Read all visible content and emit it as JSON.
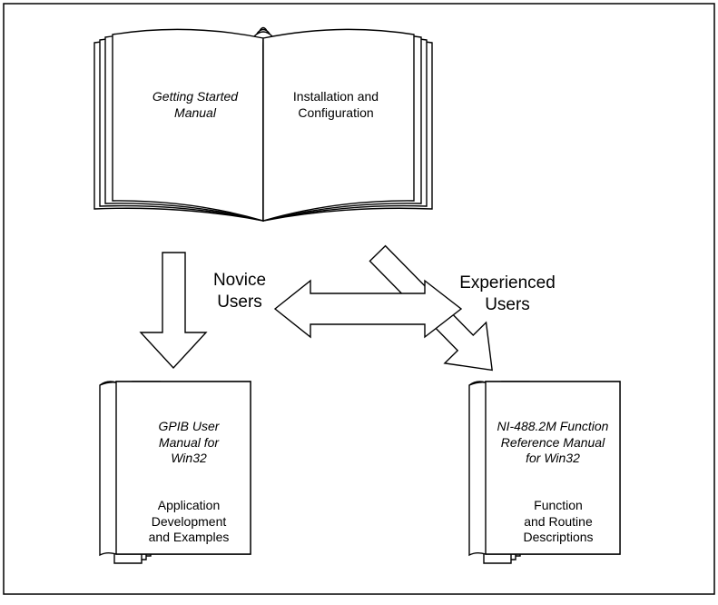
{
  "open_book": {
    "left_page": "Getting Started\nManual",
    "right_page": "Installation and\nConfiguration"
  },
  "paths": {
    "novice": "Novice\nUsers",
    "experienced": "Experienced\nUsers"
  },
  "user_manual": {
    "title": "GPIB User\nManual for\nWin32",
    "subtitle": "Application\nDevelopment\nand Examples"
  },
  "function_manual": {
    "title": "NI-488.2M Function\nReference Manual\nfor Win32",
    "subtitle": "Function\nand Routine\nDescriptions"
  },
  "colors": {
    "line": "#000000",
    "fill": "#ffffff"
  }
}
